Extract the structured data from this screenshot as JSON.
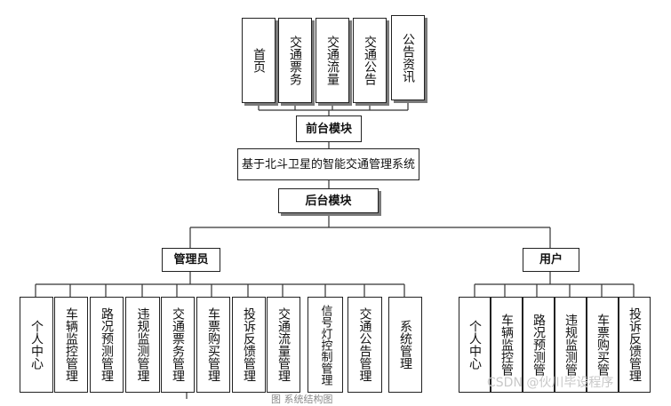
{
  "front_tabs": [
    "首页",
    "交通票务",
    "交通流量",
    "交通公告",
    "公告资讯"
  ],
  "front_module": "前台模块",
  "root": "基于北斗卫星的智能交通管理系统",
  "backend_module": "后台模块",
  "admin": {
    "label": "管理员",
    "items": [
      "个人中心",
      "车辆监控管理",
      "路况预测管理",
      "违规监测管理",
      "交通票务管理",
      "车票购买管理",
      "投诉反馈管理",
      "交通流量管理",
      "信号灯控制管理",
      "交通公告管理",
      "系统管理"
    ]
  },
  "user": {
    "label": "用户",
    "items": [
      "个人中心",
      "车辆监控管",
      "路况预测管",
      "违规监测管",
      "车票购买管",
      "投诉反馈管理"
    ]
  },
  "watermark": "CSDN @伙川毕设程序",
  "caption": "图    系统结构图"
}
